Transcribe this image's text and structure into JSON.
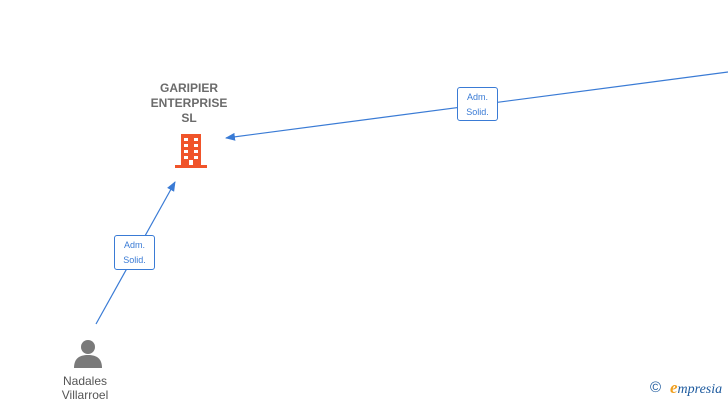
{
  "company": {
    "name": "GARIPIER\nENTERPRISE\nSL",
    "icon": "building-icon",
    "icon_color": "#f0542a"
  },
  "relations": [
    {
      "line1": "Adm.",
      "line2": "Solid."
    },
    {
      "line1": "Adm.",
      "line2": "Solid."
    }
  ],
  "person": {
    "name": "Nadales\nVillarroel",
    "icon": "person-icon",
    "icon_color": "#7a7a7a"
  },
  "edge_color": "#3a7bd5",
  "watermark": {
    "copyright": "©",
    "brand_initial": "e",
    "brand_rest": "mpresia"
  }
}
